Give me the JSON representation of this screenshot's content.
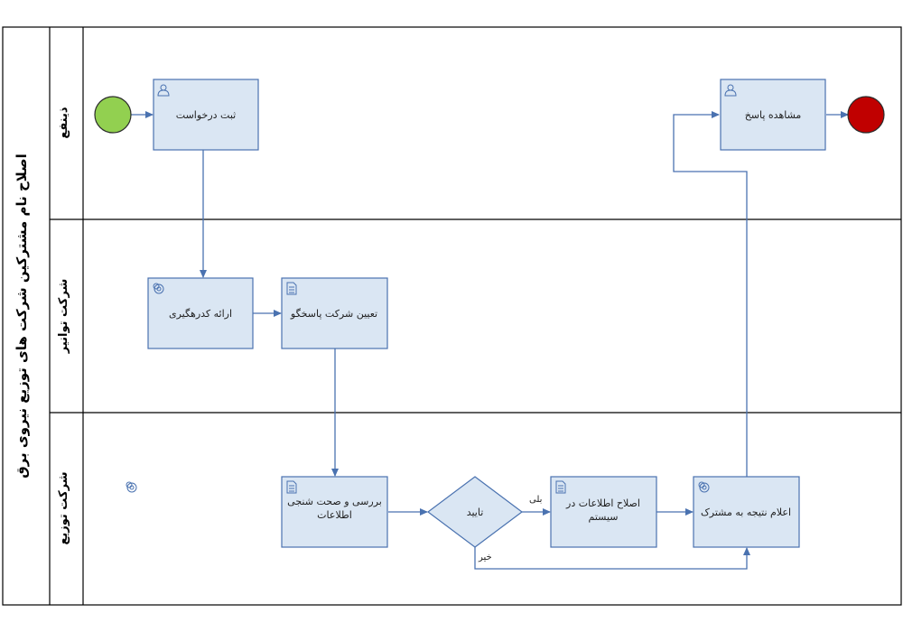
{
  "pool": {
    "title": "اصلاح نام مشترکین شرکت های توزیع نیروی برق"
  },
  "lanes": [
    {
      "title": "ذینفع"
    },
    {
      "title": "شرکت توانیر"
    },
    {
      "title": "شرکت توزیع"
    }
  ],
  "tasks": {
    "register_request": {
      "label": "ثبت درخواست",
      "icon": "user-icon"
    },
    "view_response": {
      "label": "مشاهده پاسخ",
      "icon": "user-icon"
    },
    "provide_routing": {
      "label": "ارائه کدرهگیری",
      "icon": "gear-icon"
    },
    "assign_company": {
      "label": "تعیین شرکت پاسخگو",
      "icon": "document-icon"
    },
    "review_info": {
      "label": "بررسی و صحت شنجی اطلاعات",
      "icon": "document-icon"
    },
    "correct_info": {
      "label": "اصلاح اطلاعات در سیستم",
      "icon": "document-icon"
    },
    "announce_result": {
      "label": "اعلام نتیجه به مشترک",
      "icon": "gear-icon"
    }
  },
  "gateway": {
    "label": "تایید",
    "yes_label": "بلی",
    "no_label": "خیر"
  },
  "events": {
    "start": {
      "color": "#92d050"
    },
    "end": {
      "color": "#c00000"
    }
  },
  "colors": {
    "task_fill": "#dae6f3",
    "task_stroke": "#4a72b0",
    "flow": "#4a72b0"
  }
}
